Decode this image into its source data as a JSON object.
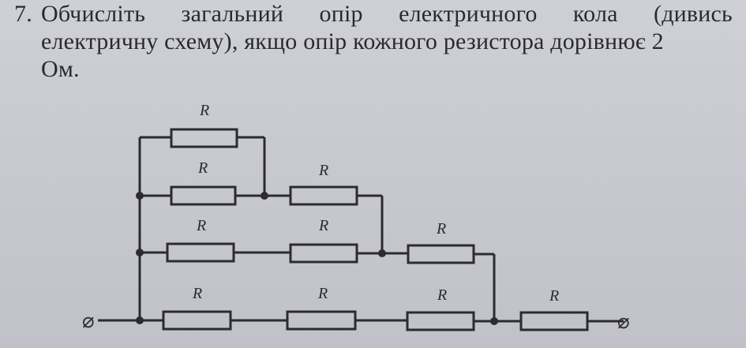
{
  "problem": {
    "number": "7.",
    "line1_words": [
      "Обчисліть",
      "загальний",
      "опір",
      "електричного",
      "кола",
      "(дивись"
    ],
    "line2": "електричну схему), якщо опір кожного резистора дорівнює 2",
    "line3": "Ом."
  },
  "circuit": {
    "resistor_label": "R",
    "terminal_symbol": "⌀"
  }
}
